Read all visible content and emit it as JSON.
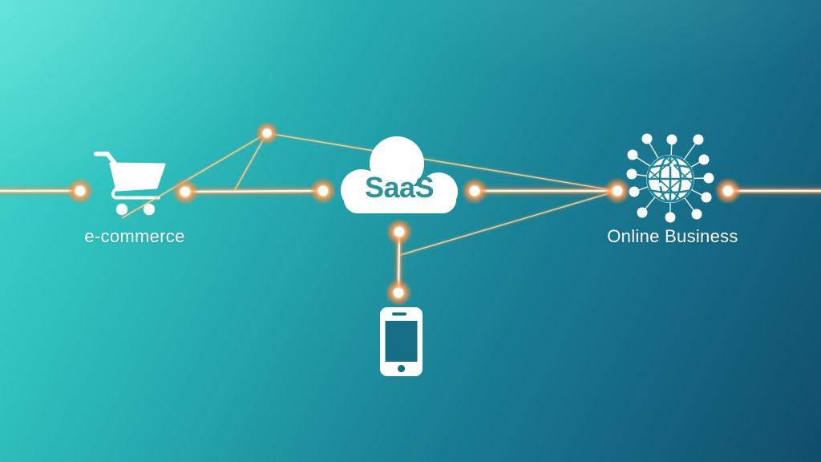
{
  "diagram": {
    "title_concept": "SaaS",
    "nodes": [
      {
        "id": "ecommerce",
        "label": "e-commerce",
        "icon": "shopping-cart-icon"
      },
      {
        "id": "saas-cloud",
        "label": "SaaS",
        "icon": "cloud-icon",
        "label_color": "#2d929c"
      },
      {
        "id": "mobile",
        "label": "",
        "icon": "smartphone-icon"
      },
      {
        "id": "online-business",
        "label": "Online Business",
        "icon": "globe-network-icon"
      }
    ],
    "colors": {
      "background_top_left": "#41d8cd",
      "background_bottom_right": "#114e6b",
      "glow_line": "#ff8a4a",
      "line_core": "#fff4e4",
      "thin_line": "#f3d6a4",
      "node_dot_core": "#fffdf5",
      "icon_fill": "#ffffff",
      "globe_grid": "#1f8596"
    }
  }
}
